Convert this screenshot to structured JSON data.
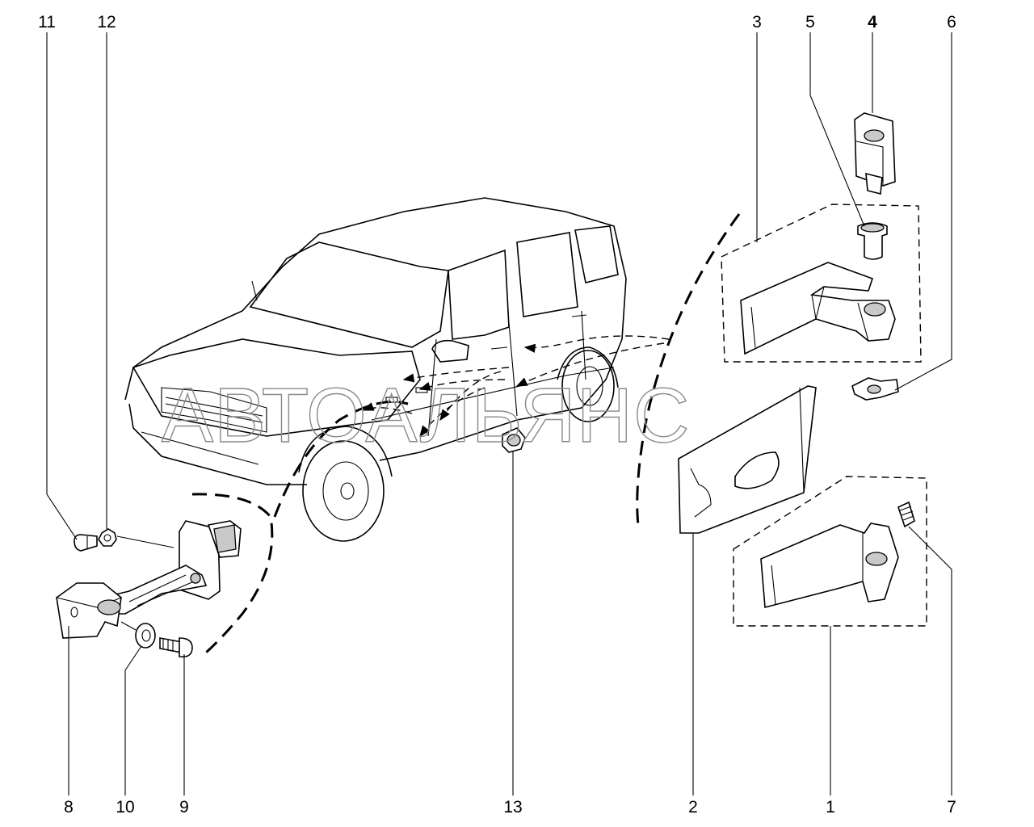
{
  "watermark": "АВТОАЛЬЯНС",
  "callouts": {
    "c1": "1",
    "c2": "2",
    "c3": "3",
    "c4": "4",
    "c5": "5",
    "c6": "6",
    "c7": "7",
    "c8": "8",
    "c9": "9",
    "c10": "10",
    "c11": "11",
    "c12": "12",
    "c13": "13"
  }
}
